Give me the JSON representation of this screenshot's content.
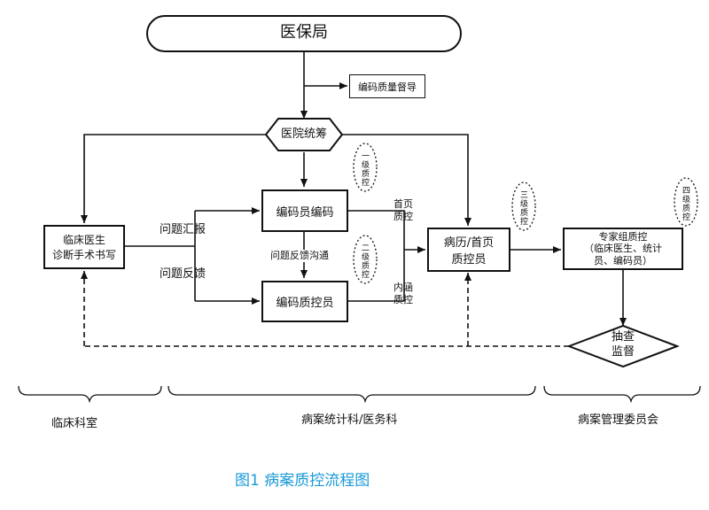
{
  "nodes": {
    "bureau": "医保局",
    "supervision": "编码质量督导",
    "hospital": "医院统筹",
    "clinician": [
      "临床医生",
      "诊断手术书写"
    ],
    "coder": "编码员编码",
    "qc_coder": "编码质控员",
    "record_qc": [
      "病历/首页",
      "质控员"
    ],
    "expert_qc": [
      "专家组质控",
      "（临床医生、统计",
      "员、编码员）"
    ],
    "spot_check": [
      "抽查",
      "监督"
    ]
  },
  "edge_labels": {
    "report": "问题汇报",
    "feedback": "问题反馈",
    "communication": "问题反馈沟通",
    "front_page_qc": [
      "首页",
      "质控"
    ],
    "content_qc": [
      "内涵",
      "质控"
    ]
  },
  "levels": {
    "level1": "一级质控",
    "level2": "二级质控",
    "level3": "三级质控",
    "level4": "四级质控"
  },
  "departments": {
    "clinical": "临床科室",
    "statistics": "病案统计科/医务科",
    "committee": "病案管理委员会"
  },
  "caption": "图1 病案质控流程图"
}
